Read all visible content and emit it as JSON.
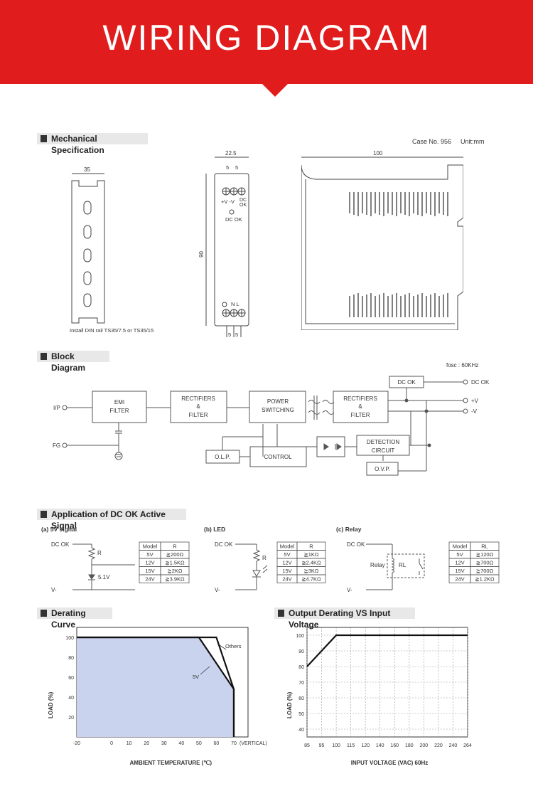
{
  "banner": {
    "title": "WIRING DIAGRAM"
  },
  "mech": {
    "title": "Mechanical Specification",
    "case_label": "Case No. 956",
    "unit_label": "Unit:mm",
    "rail_width": "35",
    "rail_note": "Install DIN rail TS35/7.5 or TS35/15",
    "front_width": "22.5",
    "front_pitch_a": "5",
    "front_pitch_b": "5",
    "front_terminals_top": "+V  -V",
    "front_dcok_short": "DC",
    "front_dcok_short2": "OK",
    "front_led_label": "DC OK",
    "front_height": "90",
    "front_bottom_labels": "N   L",
    "side_length": "100"
  },
  "block": {
    "title": "Block Diagram",
    "fosc": "fosc : 60KHz",
    "ip": "I/P",
    "fg": "FG",
    "emi_1": "EMI",
    "emi_2": "FILTER",
    "rect1_1": "RECTIFIERS",
    "rect1_2": "&",
    "rect1_3": "FILTER",
    "power_1": "POWER",
    "power_2": "SWITCHING",
    "rect2_1": "RECTIFIERS",
    "rect2_2": "&",
    "rect2_3": "FILTER",
    "dcok_box": "DC OK",
    "out_dcok": "DC OK",
    "out_pos": "+V",
    "out_neg": "-V",
    "olp": "O.L.P.",
    "control": "CONTROL",
    "detect_1": "DETECTION",
    "detect_2": "CIRCUIT",
    "ovp": "O.V.P."
  },
  "dcok": {
    "title": "Application of DC OK Active Signal",
    "a_title": "(a) 5V signal",
    "b_title": "(b) LED",
    "c_title": "(c) Relay",
    "dc_ok": "DC OK",
    "v_minus": "V-",
    "r_label": "R",
    "zener": "5.1V",
    "relay_label": "Relay",
    "rl_label": "RL",
    "table_a": {
      "headers": [
        "Model",
        "R"
      ],
      "rows": [
        [
          "5V",
          "≧200Ω"
        ],
        [
          "12V",
          "≧1.5KΩ"
        ],
        [
          "15V",
          "≧2KΩ"
        ],
        [
          "24V",
          "≧3.9KΩ"
        ]
      ]
    },
    "table_b": {
      "headers": [
        "Model",
        "R"
      ],
      "rows": [
        [
          "5V",
          "≧1KΩ"
        ],
        [
          "12V",
          "≧2.4KΩ"
        ],
        [
          "15V",
          "≧3KΩ"
        ],
        [
          "24V",
          "≧4.7KΩ"
        ]
      ]
    },
    "table_c": {
      "headers": [
        "Model",
        "RL"
      ],
      "rows": [
        [
          "5V",
          "≧120Ω"
        ],
        [
          "12V",
          "≧700Ω"
        ],
        [
          "15V",
          "≧700Ω"
        ],
        [
          "24V",
          "≧1.2KΩ"
        ]
      ]
    }
  },
  "chart_data": [
    {
      "type": "line",
      "title": "Derating Curve",
      "xlabel": "AMBIENT TEMPERATURE (℃)",
      "ylabel": "LOAD (%)",
      "x_ticks": [
        "-20",
        "0",
        "10",
        "20",
        "30",
        "40",
        "50",
        "60",
        "70"
      ],
      "x_extra_label": "(VERTICAL)",
      "y_ticks": [
        "20",
        "40",
        "60",
        "80",
        "100"
      ],
      "xlim": [
        -20,
        70
      ],
      "ylim": [
        0,
        110
      ],
      "fill_color": "#c9d3ee",
      "annotations": [
        "Others",
        "5V"
      ],
      "series": [
        {
          "name": "Others",
          "x": [
            -20,
            60,
            70,
            70
          ],
          "y": [
            100,
            100,
            48,
            0
          ]
        },
        {
          "name": "5V",
          "x": [
            -20,
            50,
            70,
            70
          ],
          "y": [
            100,
            100,
            48,
            0
          ]
        }
      ]
    },
    {
      "type": "line",
      "title": "Output Derating VS Input Voltage",
      "xlabel": "INPUT VOLTAGE (VAC) 60Hz",
      "ylabel": "LOAD (%)",
      "x_ticks": [
        "85",
        "95",
        "100",
        "115",
        "120",
        "140",
        "160",
        "180",
        "200",
        "220",
        "240",
        "264"
      ],
      "y_ticks": [
        "40",
        "50",
        "60",
        "70",
        "80",
        "90",
        "100"
      ],
      "ylim": [
        35,
        105
      ],
      "series": [
        {
          "x": [
            85,
            100,
            264
          ],
          "y": [
            80,
            100,
            100
          ]
        }
      ]
    }
  ]
}
